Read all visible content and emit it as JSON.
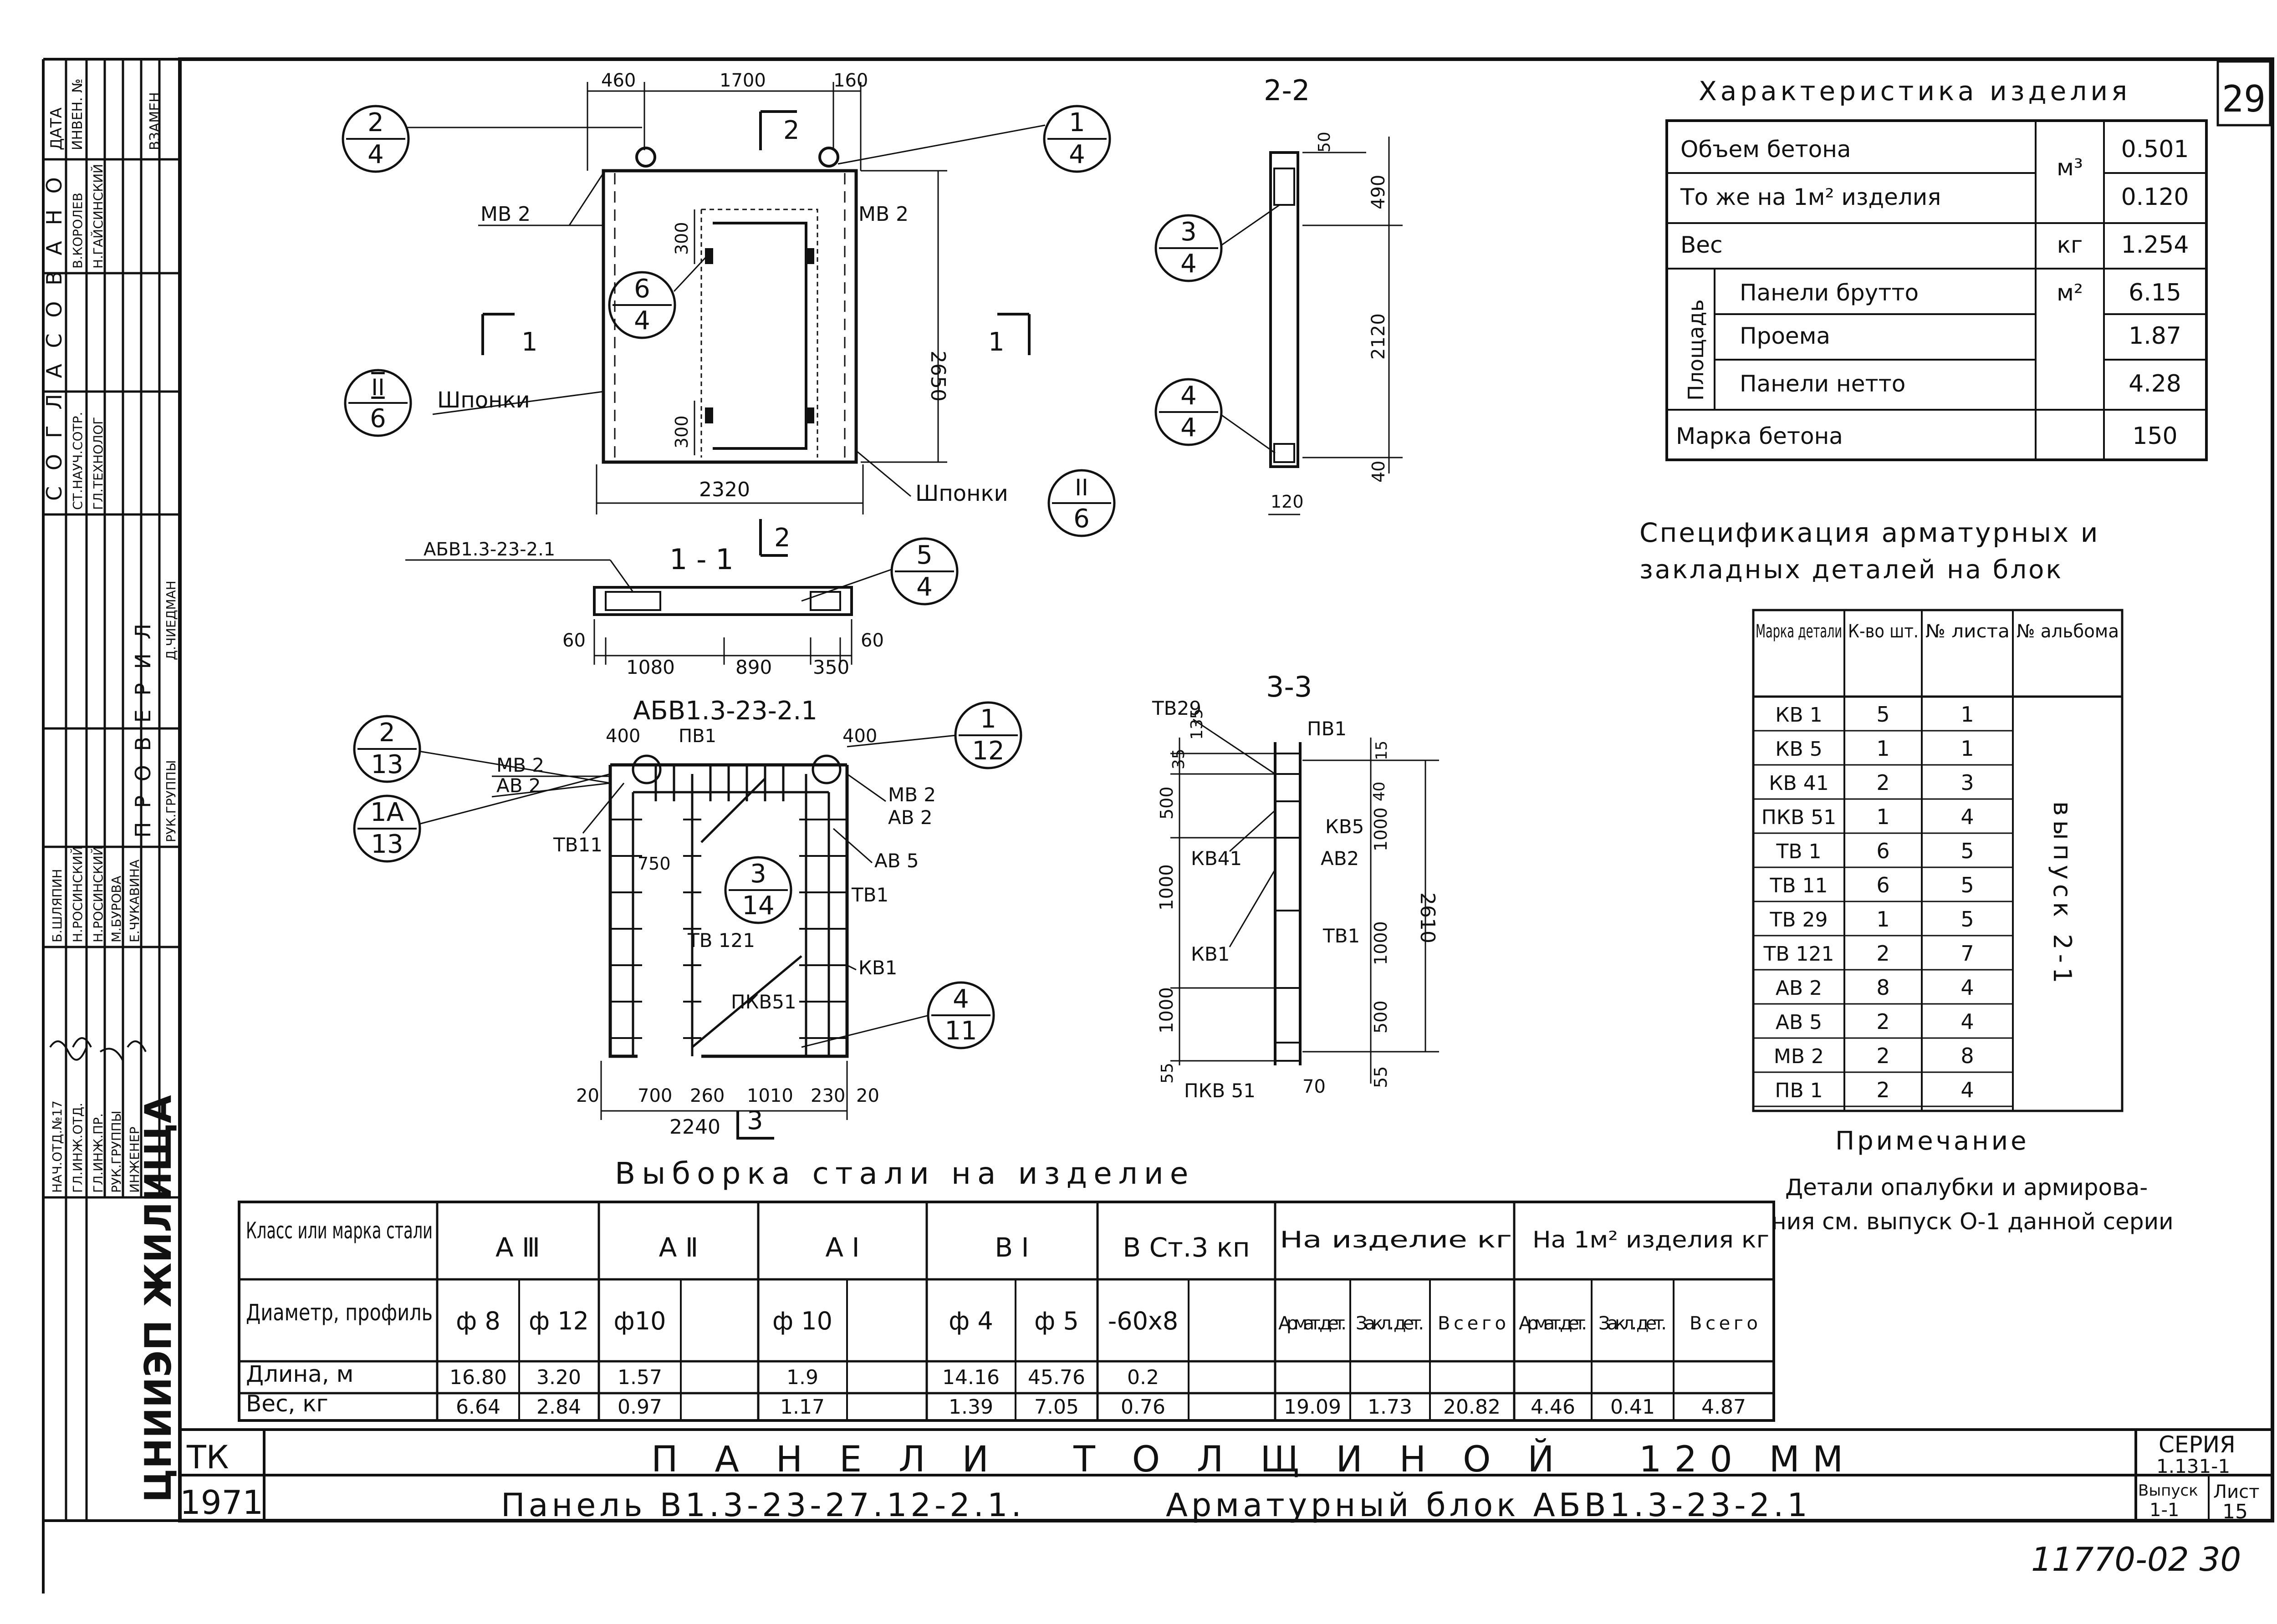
{
  "sheet_number": "29",
  "archive_code": "11770-02 30",
  "title_block": {
    "org": "ЦНИИЭП ЖИЛИЩА",
    "tk": "ТК",
    "year": "1971",
    "title": "П А Н Е Л И   Т О Л Щ И Н О Й   120 ММ",
    "subtitle_left": "Панель В1.3-23-27.12-2.1.",
    "subtitle_right": "Арматурный блок АБВ1.3-23-2.1",
    "series_label": "СЕРИЯ",
    "series_value": "1.131-1",
    "issue_label": "Выпуск",
    "issue_value": "1-1",
    "sheet_label": "Лист",
    "sheet_value": "15"
  },
  "side_stamp": {
    "agreed": "С О Г Л А С О В А Н О",
    "date": "ДАТА",
    "inv": "ИНВЕН. №",
    "replace": "ВЗАМЕН",
    "roles_top": [
      "СТ.НАУЧ.СОТР.",
      "ГЛ.ТЕХНОЛОГ"
    ],
    "names_top": [
      "В.КОРОЛЕВ",
      "Н.ГАЙСИНСКИЙ"
    ],
    "checked": "П Р О В Е Р И Л",
    "checker": "Д.ЧИЕДМАН",
    "roles": [
      "НАЧ.ОТД.№17",
      "ГЛ.ИНЖ.ОТД.",
      "ГЛ.ИНЖ.ПР.",
      "РУК.ГРУППЫ",
      "ИНЖЕНЕР"
    ],
    "names": [
      "Б.ШЛЯПИН",
      "Н.РОСИНСКИЙ",
      "Н.РОСИНСКИЙ",
      "М.БУРОВА",
      "Е.ЧУКАВИНА"
    ],
    "group_head": "РУК.ГРУППЫ"
  },
  "panel_view": {
    "dims_top": [
      "460",
      "1700",
      "160"
    ],
    "dim_width": "2320",
    "dim_height": "2650",
    "dim_300a": "300",
    "dim_300b": "300",
    "mb2_left": "МВ 2",
    "mb2_right": "МВ 2",
    "keys_left": "Шпонки",
    "keys_right": "Шпонки",
    "sec1_left": "1",
    "sec1_right": "1",
    "sec2": "2",
    "callouts": [
      {
        "top": "2",
        "bot": "4"
      },
      {
        "top": "1",
        "bot": "4"
      },
      {
        "top": "6",
        "bot": "4"
      },
      {
        "top": "II",
        "bot": "6"
      },
      {
        "top": "II",
        "bot": "6"
      }
    ]
  },
  "section_11": {
    "title": "1 - 1",
    "label": "АБВ1.3-23-2.1",
    "dims": [
      "60",
      "1080",
      "890",
      "350",
      "60"
    ],
    "callout": {
      "top": "5",
      "bot": "4"
    },
    "sec2": "2"
  },
  "section_22": {
    "title": "2-2",
    "dims": [
      "50",
      "490",
      "2120",
      "40",
      "120"
    ],
    "callouts": [
      {
        "top": "3",
        "bot": "4"
      },
      {
        "top": "4",
        "bot": "4"
      }
    ]
  },
  "block_view": {
    "title": "АБВ1.3-23-2.1",
    "labels": [
      "МВ 2",
      "АВ 2",
      "ТВ11",
      "ПВ1",
      "МВ 2",
      "АВ 2",
      "АВ 5",
      "ТВ1",
      "ТВ 121",
      "КВ1",
      "ПКВ51"
    ],
    "dims_top": [
      "400",
      "400"
    ],
    "dim_750": "750",
    "dims_bottom": [
      "20",
      "700",
      "260",
      "1010",
      "230",
      "20"
    ],
    "dim_total": "2240",
    "sec3": "3",
    "callouts": [
      {
        "top": "2",
        "bot": "13"
      },
      {
        "top": "1А",
        "bot": "13"
      },
      {
        "top": "1",
        "bot": "12"
      },
      {
        "top": "3",
        "bot": "14"
      },
      {
        "top": "4",
        "bot": "11"
      }
    ]
  },
  "section_33": {
    "title": "3-3",
    "labels": [
      "ТВ29",
      "ПВ1",
      "КВ41",
      "КВ5",
      "АВ2",
      "КВ1",
      "ТВ1",
      "ПКВ 51"
    ],
    "dims_left": [
      "135",
      "35",
      "500",
      "1000",
      "1000"
    ],
    "dims_right": [
      "15",
      "40",
      "1000",
      "1000",
      "500",
      "55"
    ],
    "dim_total": "2610",
    "dim_bottom_left": "55",
    "dim_bottom": "70"
  },
  "characteristics": {
    "title": "Характеристика изделия",
    "rows": [
      {
        "name": "Объем бетона",
        "unit": "м³",
        "value": "0.501"
      },
      {
        "name": "То же на 1м² изделия",
        "unit": "",
        "value": "0.120"
      },
      {
        "name": "Вес",
        "unit": "кг",
        "value": "1.254"
      },
      {
        "name": "Панели брутто",
        "unit": "м²",
        "value": "6.15"
      },
      {
        "name": "Проема",
        "unit": "",
        "value": "1.87"
      },
      {
        "name": "Панели нетто",
        "unit": "",
        "value": "4.28"
      },
      {
        "name": "Марка бетона",
        "unit": "",
        "value": "150"
      }
    ],
    "area_label": "Площадь"
  },
  "spec": {
    "title_1": "Спецификация арматурных и",
    "title_2": "закладных деталей   на блок",
    "headers": [
      "Марка детали",
      "К-во шт.",
      "№ листа",
      "№ альбома"
    ],
    "rows": [
      [
        "КВ 1",
        "5",
        "1"
      ],
      [
        "КВ 5",
        "1",
        "1"
      ],
      [
        "КВ 41",
        "2",
        "3"
      ],
      [
        "ПКВ 51",
        "1",
        "4"
      ],
      [
        "ТВ 1",
        "6",
        "5"
      ],
      [
        "ТВ 11",
        "6",
        "5"
      ],
      [
        "ТВ 29",
        "1",
        "5"
      ],
      [
        "ТВ 121",
        "2",
        "7"
      ],
      [
        "АВ 2",
        "8",
        "4"
      ],
      [
        "АВ 5",
        "2",
        "4"
      ],
      [
        "МВ 2",
        "2",
        "8"
      ],
      [
        "ПВ 1",
        "2",
        "4"
      ]
    ],
    "album": "выпуск 2-1"
  },
  "note": {
    "title": "Примечание",
    "line1": "Детали опалубки и армирова-",
    "line2": "ния см. выпуск О-1 данной серии"
  },
  "steel": {
    "title": "Выборка стали на изделие",
    "col_class": "Класс или марка стали",
    "classes": [
      "А Ⅲ",
      "А Ⅱ",
      "А Ⅰ",
      "В Ⅰ",
      "В Ст.3 кп"
    ],
    "on_item": "На изделие кг",
    "on_m2": "На 1м² изделия кг",
    "row_diam": "Диаметр, профиль",
    "row_len": "Длина, м",
    "row_wt": "Вес, кг",
    "sub_headers": [
      "Армат. дет.",
      "Закл. дет.",
      "Всего",
      "Армат. дет.",
      "Закл. дет.",
      "Всего"
    ],
    "diameters": [
      "ф 8",
      "ф 12",
      "ф10",
      "",
      "ф 10",
      "",
      "ф 4",
      "ф 5",
      "-60х8"
    ],
    "lengths": [
      "16.80",
      "3.20",
      "1.57",
      "",
      "1.9",
      "",
      "14.16",
      "45.76",
      "0.2"
    ],
    "weights": [
      "6.64",
      "2.84",
      "0.97",
      "",
      "1.17",
      "",
      "1.39",
      "7.05",
      "0.76"
    ],
    "totals": [
      "19.09",
      "1.73",
      "20.82",
      "4.46",
      "0.41",
      "4.87"
    ]
  }
}
